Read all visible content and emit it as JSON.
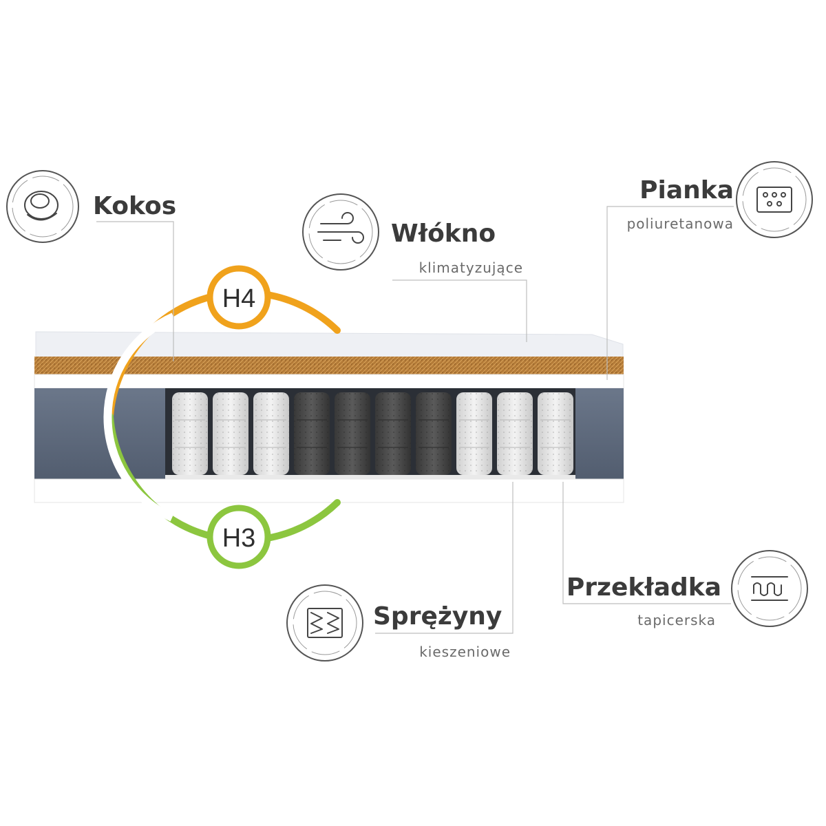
{
  "labels": {
    "kokos": {
      "title": "Kokos"
    },
    "wlokno": {
      "title": "Włókno",
      "subtitle": "klimatyzujące"
    },
    "pianka": {
      "title": "Pianka",
      "subtitle": "poliuretanowa"
    },
    "sprezyny": {
      "title": "Sprężyny",
      "subtitle": "kieszeniowe"
    },
    "przekladka": {
      "title": "Przekładka",
      "subtitle": "tapicerska"
    }
  },
  "firmness": {
    "top": {
      "label": "H4",
      "color": "#f0a21c"
    },
    "bottom": {
      "label": "H3",
      "color": "#8cc63f"
    }
  },
  "colors": {
    "coir": "#b8823e",
    "side_panel": "#5f6b7d",
    "spring_light": "#e8e8e8",
    "spring_dark": "#4a4a4a"
  },
  "icons": {
    "kokos": "coconut-icon",
    "wlokno": "air-flow-icon",
    "pianka": "foam-icon",
    "sprezyny": "pocket-spring-icon",
    "przekladka": "upholstery-layer-icon"
  }
}
